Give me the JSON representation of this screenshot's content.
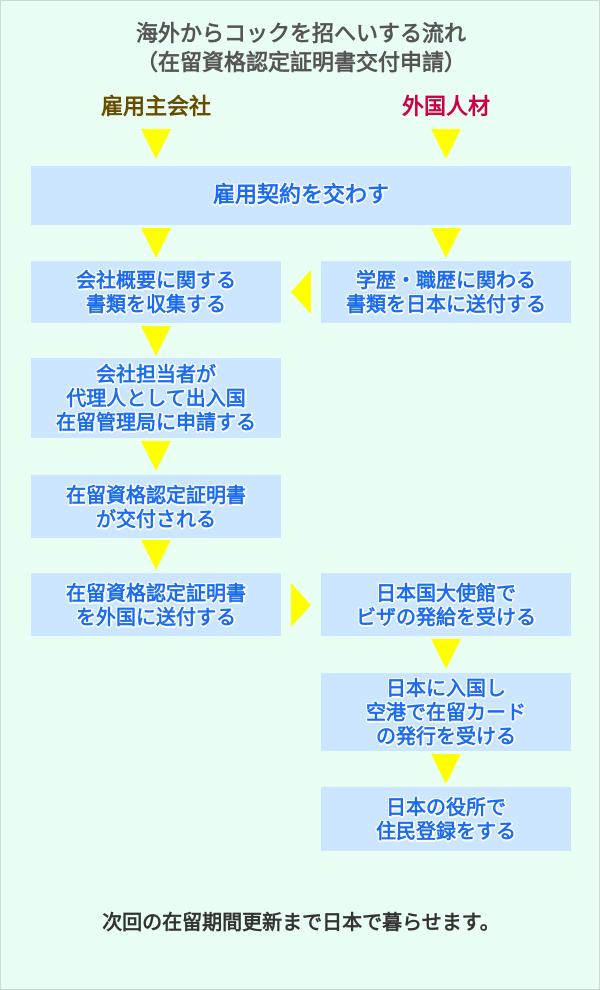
{
  "title": {
    "line1": "海外からコックを招へいする流れ",
    "line2": "（在留資格認定証明書交付申請）"
  },
  "headers": {
    "left": "雇用主会社",
    "right": "外国人材",
    "left_color": "#664d00",
    "right_color": "#cc0044"
  },
  "steps": {
    "contract": "雇用契約を交わす",
    "company_docs": "会社概要に関する\n書類を収集する",
    "worker_docs": "学歴・職歴に関わる\n書類を日本に送付する",
    "apply": "会社担当者が\n代理人として出入国\n在留管理局に申請する",
    "issued": "在留資格認定証明書\nが交付される",
    "send_abroad": "在留資格認定証明書\nを外国に送付する",
    "visa": "日本国大使館で\nビザの発給を受ける",
    "enter": "日本に入国し\n空港で在留カード\nの発行を受ける",
    "register": "日本の役所で\n住民登録をする"
  },
  "footer": "次回の在留期間更新まで日本で暮らせます。"
}
